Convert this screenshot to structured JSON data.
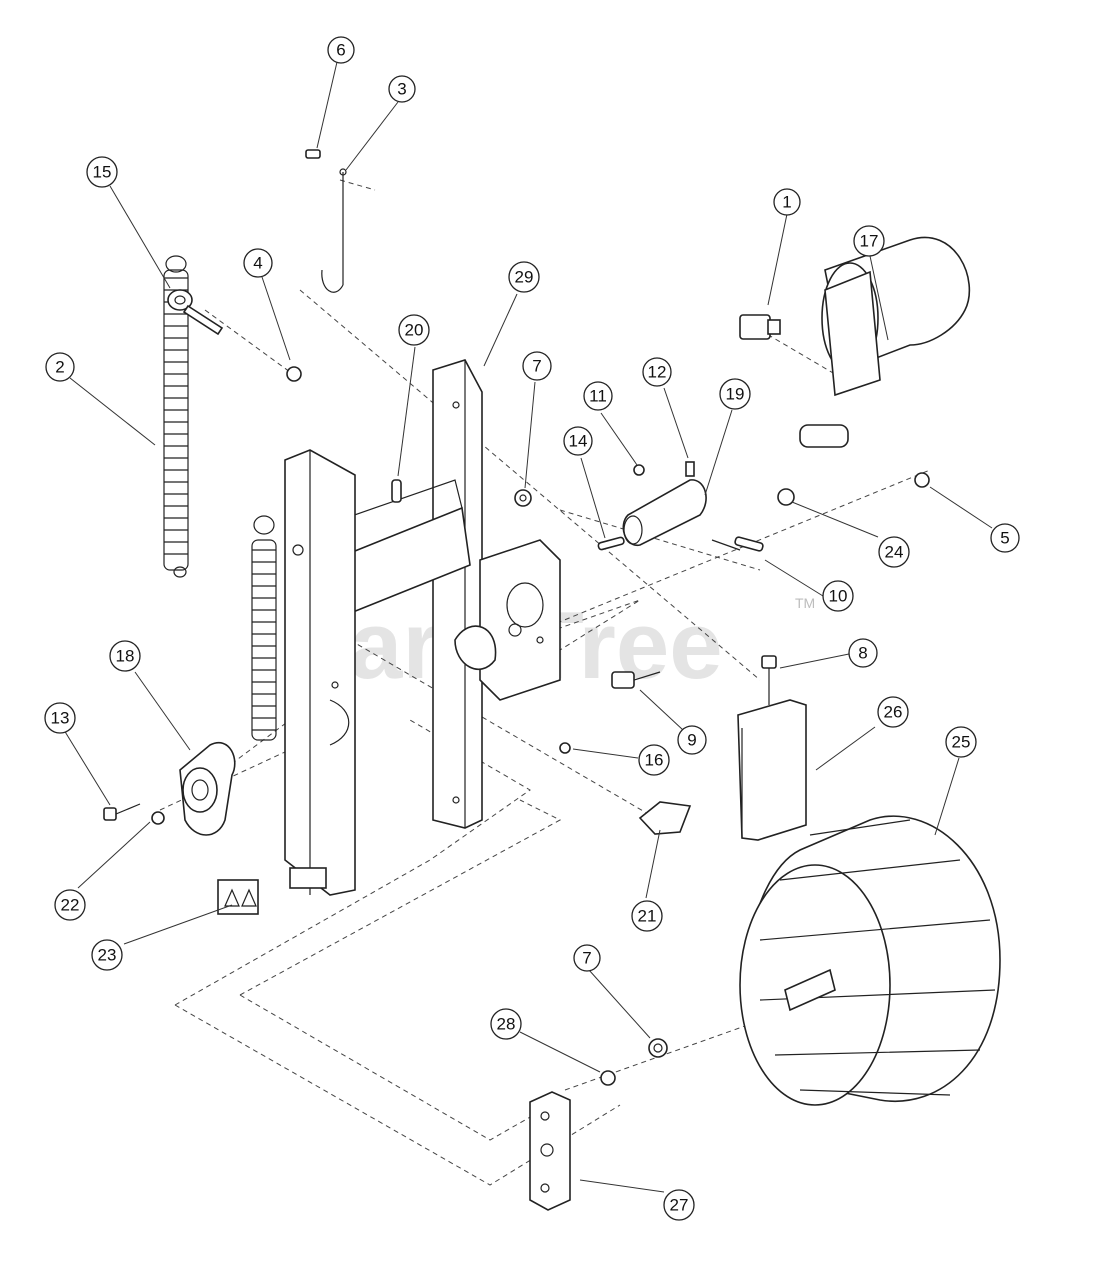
{
  "watermark": {
    "text": "PartsTree",
    "trademark": "TM"
  },
  "callouts": [
    "1",
    "2",
    "3",
    "4",
    "5",
    "6",
    "7",
    "7",
    "8",
    "9",
    "10",
    "11",
    "12",
    "13",
    "14",
    "15",
    "16",
    "17",
    "18",
    "19",
    "20",
    "21",
    "22",
    "23",
    "24",
    "25",
    "26",
    "27",
    "28",
    "29"
  ]
}
